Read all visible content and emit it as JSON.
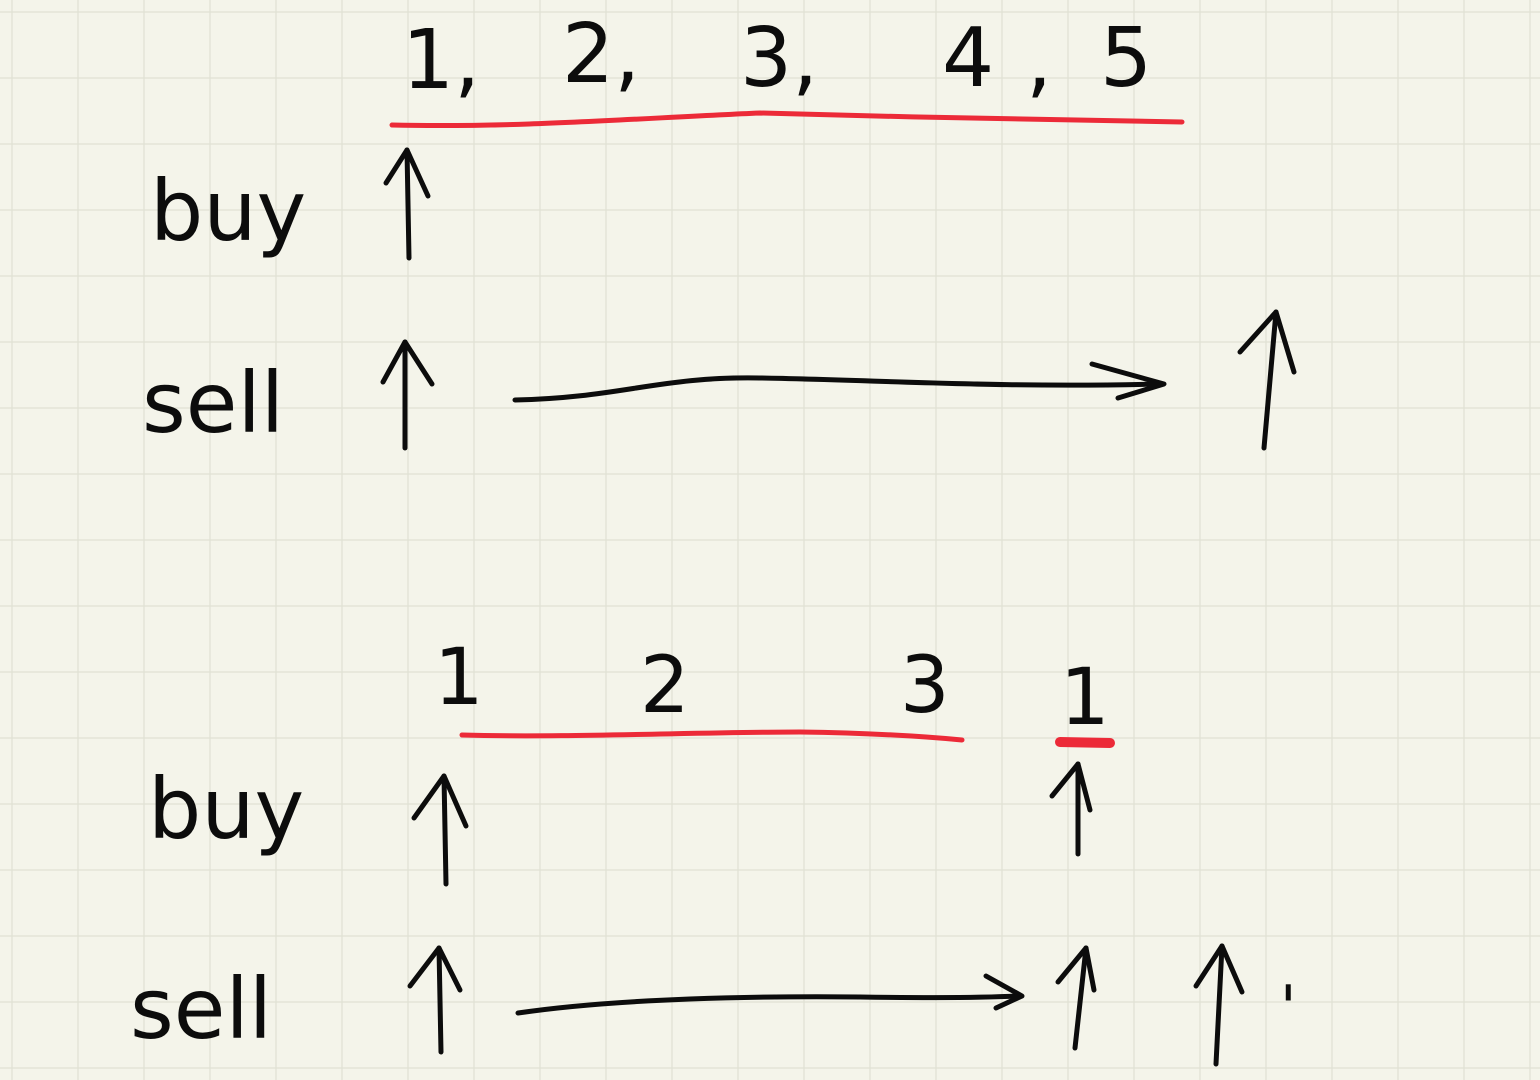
{
  "colors": {
    "paper": "#f4f4ea",
    "grid": "#e0e1d4",
    "ink": "#0c0c0c",
    "highlight": "#ec2a38"
  },
  "diagram_top": {
    "numbers": [
      "1,",
      "2,",
      "3,",
      "4",
      ",",
      "5"
    ],
    "row_labels": {
      "buy": "buy",
      "sell": "sell"
    }
  },
  "diagram_bottom": {
    "numbers": [
      "1",
      "2",
      "3",
      "1"
    ],
    "row_labels": {
      "buy": "buy",
      "sell": "sell"
    },
    "trailing_mark": "'"
  }
}
